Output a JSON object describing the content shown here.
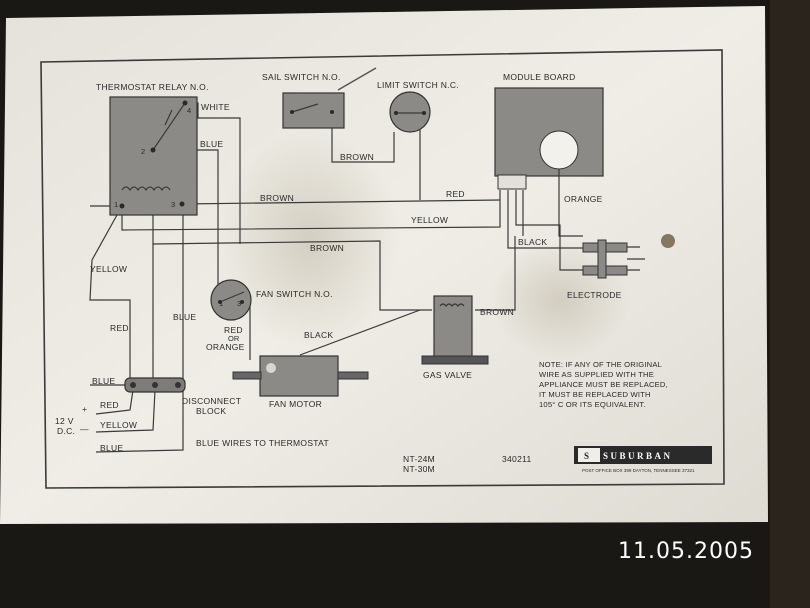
{
  "labels": {
    "thermostat_relay": "THERMOSTAT RELAY N.O.",
    "white": "WHITE",
    "blue_top": "BLUE",
    "term1": "1",
    "term2": "2",
    "term3": "3",
    "term4": "4",
    "sail_switch": "SAIL SWITCH N.O.",
    "limit_switch": "LIMIT SWITCH N.C.",
    "module_board": "MODULE BOARD",
    "brown_sail": "BROWN",
    "red_limit": "RED",
    "brown_therm": "BROWN",
    "yellow_mid": "YELLOW",
    "orange": "ORANGE",
    "black_module": "BLACK",
    "brown_mid": "BROWN",
    "electrode": "ELECTRODE",
    "yellow_left": "YELLOW",
    "fan_switch": "FAN SWITCH N.O.",
    "fan_t1": "1",
    "fan_t3": "3",
    "red_left": "RED",
    "blue_left": "BLUE",
    "red_or_orange_1": "RED",
    "red_or_orange_2": "OR",
    "red_or_orange_3": "ORANGE",
    "black_fan": "BLACK",
    "brown_gas": "BROWN",
    "gas_valve": "GAS VALVE",
    "fan_motor": "FAN MOTOR",
    "disconnect_1": "DISCONNECT",
    "disconnect_2": "BLOCK",
    "blue_db": "BLUE",
    "plus": "+",
    "red_db": "RED",
    "volts": "12 V",
    "dc": "D.C.",
    "minus": "—",
    "yellow_db": "YELLOW",
    "blue_db2": "BLUE",
    "blue_wires": "BLUE WIRES TO THERMOSTAT",
    "model1": "NT-24M",
    "model2": "NT-30M",
    "part_no": "340211",
    "note1": "NOTE: IF ANY OF THE ORIGINAL",
    "note2": "WIRE AS SUPPLIED WITH THE",
    "note3": "APPLIANCE MUST BE REPLACED,",
    "note4": "IT MUST BE REPLACED WITH",
    "note5": "105° C OR ITS EQUIVALENT.",
    "brand": "SUBURBAN",
    "brand_s": "S",
    "brand_address": "POST OFFICE BOX 399   DAYTON, TENNESSEE 37321"
  },
  "date_stamp": "11.05.2005",
  "colors": {
    "paper": "#e9e7e0",
    "component_fill": "#8c8a86",
    "wire": "#3a3a3a",
    "background": "#1a1814"
  }
}
